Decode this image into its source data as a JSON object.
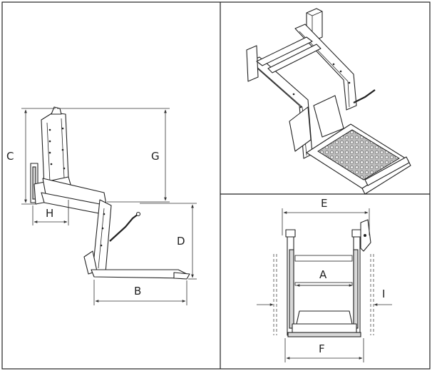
{
  "dimensions": {
    "A": "A",
    "B": "B",
    "C": "C",
    "D": "D",
    "E": "E",
    "F": "F",
    "G": "G",
    "H": "H",
    "I": "I"
  }
}
